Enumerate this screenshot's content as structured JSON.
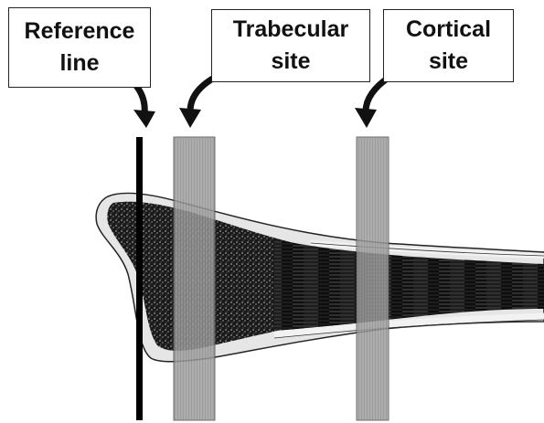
{
  "labels": {
    "reference": {
      "line1": "Reference",
      "line2": "line"
    },
    "trabecular": {
      "line1": "Trabecular",
      "line2": "site"
    },
    "cortical": {
      "line1": "Cortical",
      "line2": "site"
    }
  },
  "colors": {
    "bone_dark": "#111111",
    "bone_light": "#e8e8e8",
    "band_fill": "#8c8c8c",
    "reference_line": "#000000"
  }
}
